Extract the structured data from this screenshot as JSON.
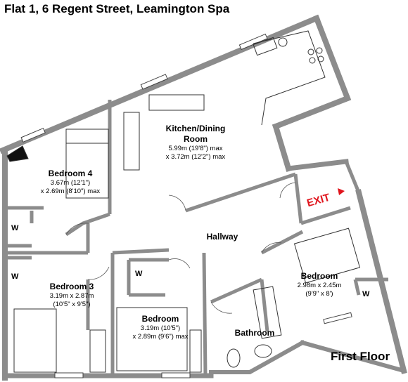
{
  "title": "Flat 1, 6 Regent Street, Leamington Spa",
  "floor_label": "First Floor",
  "exit_label": "EXIT",
  "wardrobe_label": "W",
  "rooms": {
    "kitchen": {
      "name": "Kitchen/Dining Room",
      "name_line1": "Kitchen/Dining",
      "name_line2": "Room",
      "dim_line1": "5.99m (19'8\") max",
      "dim_line2": "x 3.72m (12'2\") max"
    },
    "bedroom4": {
      "name": "Bedroom 4",
      "dim_line1": "3.67m (12'1\")",
      "dim_line2": "x 2.69m (8'10\") max"
    },
    "hallway": {
      "name": "Hallway"
    },
    "bedroom3": {
      "name": "Bedroom 3",
      "dim_line1": "3.19m x 2.87m",
      "dim_line2": "(10'5\" x 9'5\")"
    },
    "bedroom_center": {
      "name": "Bedroom",
      "dim_line1": "3.19m (10'5\")",
      "dim_line2": "x 2.89m (9'6\") max"
    },
    "bedroom_right": {
      "name": "Bedroom",
      "dim_line1": "2.98m x 2.45m",
      "dim_line2": "(9'9\" x 8')"
    },
    "bathroom": {
      "name": "Bathroom"
    }
  },
  "colors": {
    "wall": "#8c8c8c",
    "line": "#333333",
    "exit": "#e0141c",
    "background": "#ffffff"
  }
}
